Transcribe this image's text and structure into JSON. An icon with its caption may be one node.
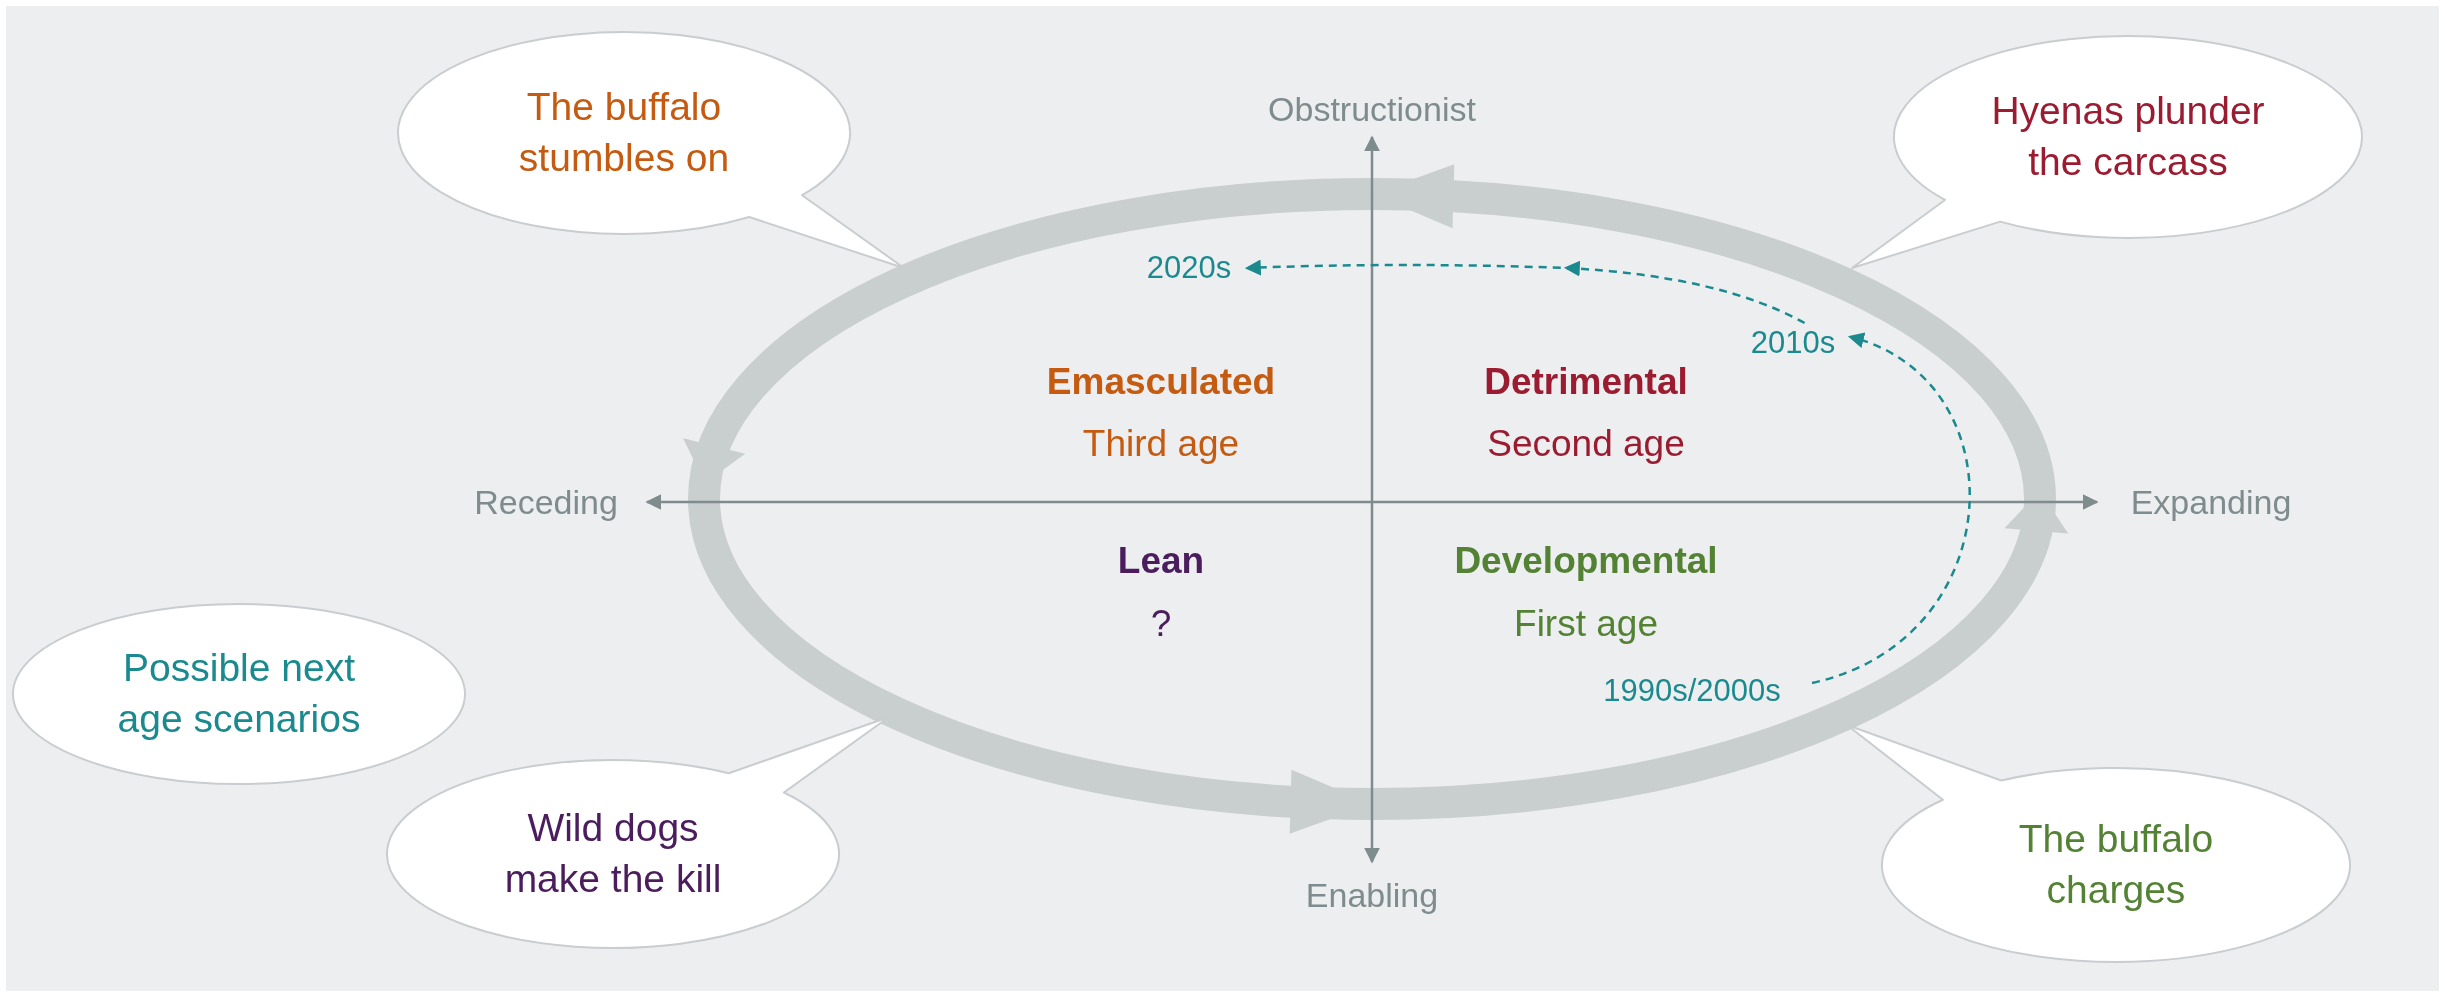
{
  "diagram": {
    "nodes": [
      {
        "text": [
          "The buffalo stumbles on"
        ]
      },
      {
        "text": [
          "Hyenas plunder the carcass"
        ]
      },
      {
        "text": [
          "2020s"
        ]
      },
      {
        "text": [
          "2010s"
        ]
      },
      {
        "text": [
          "Possible next age scenarios"
        ]
      },
      {
        "text": [
          "1990s/2000s"
        ]
      },
      {
        "text": [
          "Wild dogs make the kill"
        ]
      },
      {
        "text": [
          "The buffalo charges"
        ]
      }
    ],
    "edges": [
      {
        "from": 5,
        "to": 3,
        "arrow": "to",
        "style": "dashed",
        "color": "#1b8a8f"
      },
      {
        "from": 3,
        "to": 2,
        "arrow": "to",
        "style": "dashed",
        "color": "#1b8a8f"
      }
    ],
    "labels": [
      "Obstructionist",
      "Receding",
      "Expanding",
      "Enabling",
      "Emasculated",
      "Third age",
      "Detrimental",
      "Second age",
      "Lean",
      "?",
      "Developmental",
      "First age"
    ]
  }
}
